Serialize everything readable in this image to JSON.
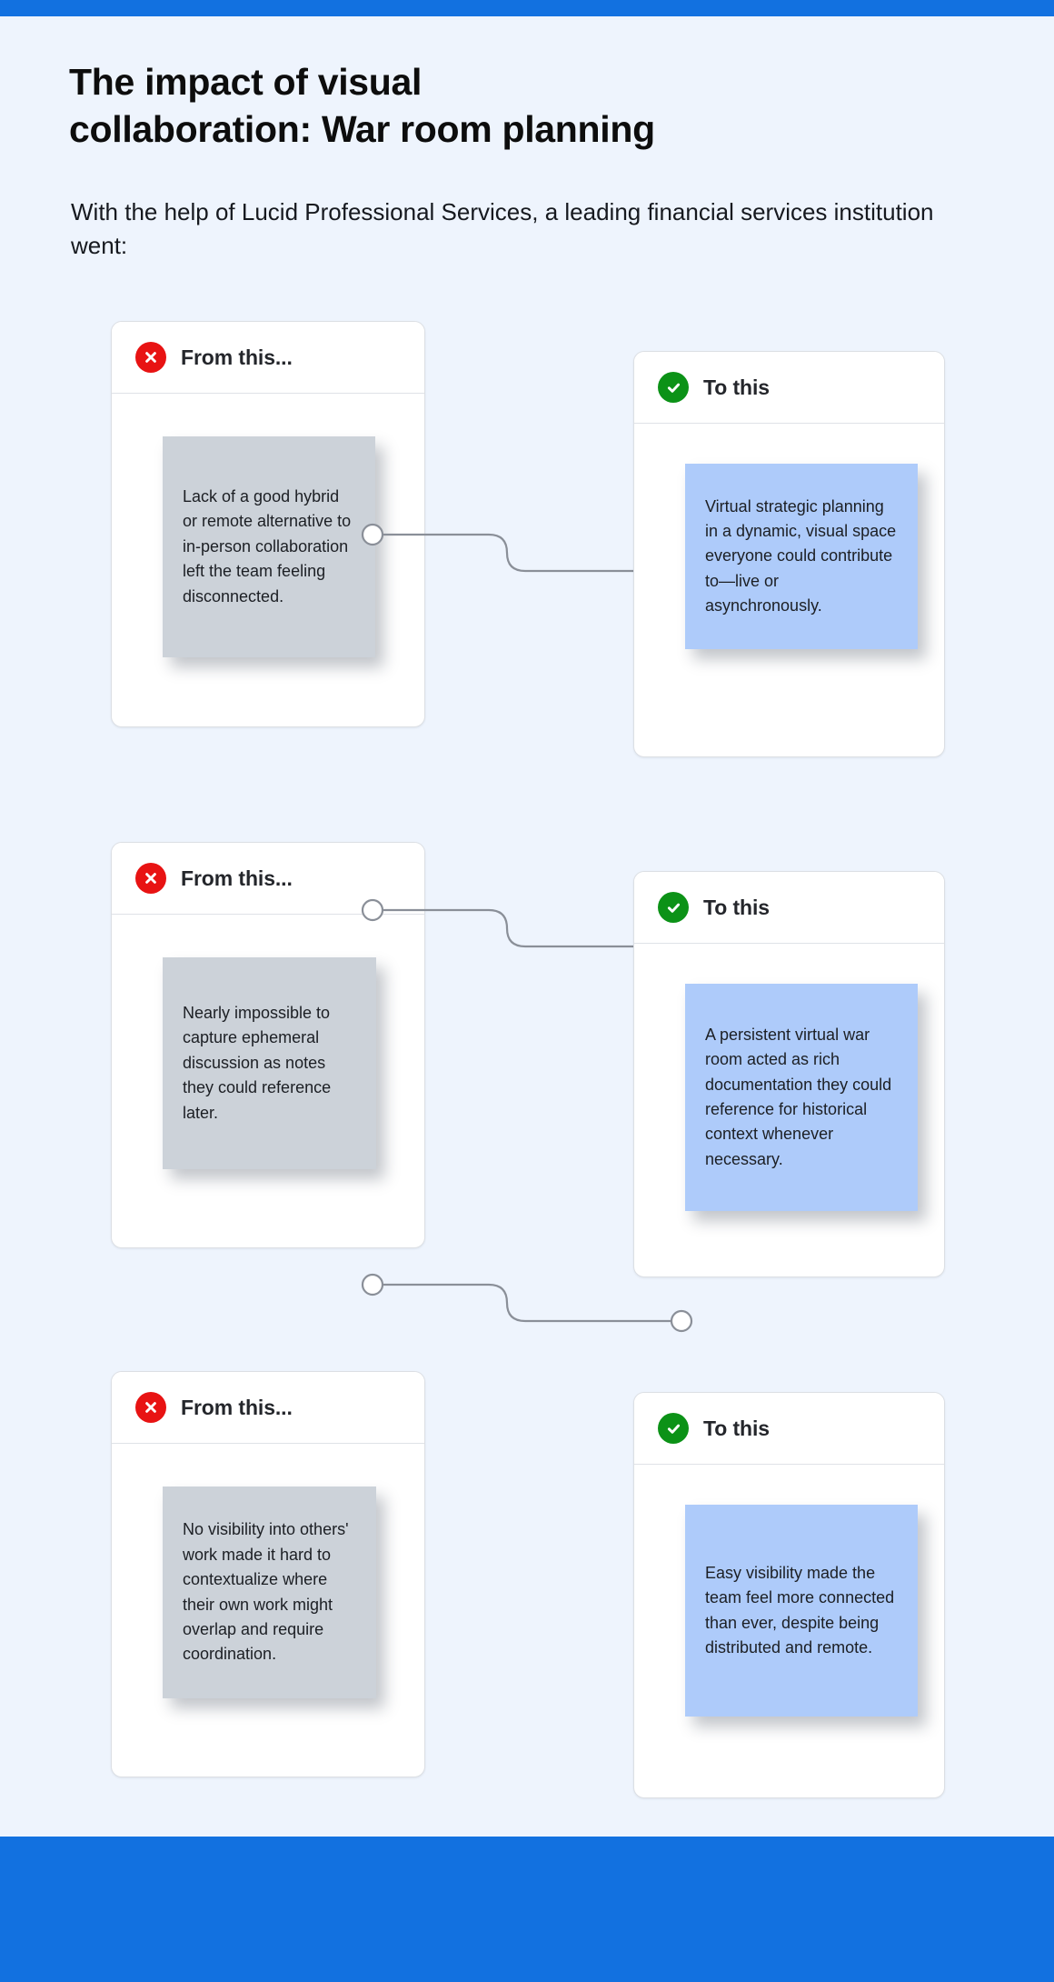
{
  "colors": {
    "brand_blue": "#1271e0",
    "page_background": "#eef4fd",
    "error_red": "#e81313",
    "success_green": "#0c9217",
    "note_gray": "#ccd2d9",
    "note_blue": "#aecbfa",
    "connector_gray": "#8a8f98"
  },
  "header": {
    "title_line_1": "The impact of visual",
    "title_line_2": "collaboration: War room planning",
    "subtitle": "With the help of Lucid Professional Services, a leading financial services institution went:"
  },
  "labels": {
    "from_this": "From this...",
    "to_this": "To this"
  },
  "rows": [
    {
      "from": {
        "header": "From this...",
        "icon": "error-circle-x-icon",
        "note": "Lack of a good hybrid or remote alternative to in-person collaboration left the team feeling disconnected."
      },
      "to": {
        "header": "To this",
        "icon": "success-circle-check-icon",
        "note": "Virtual strategic planning in a dynamic, visual space everyone could contribute to—live or asynchronously."
      }
    },
    {
      "from": {
        "header": "From this...",
        "icon": "error-circle-x-icon",
        "note": "Nearly impossible to capture ephemeral discussion as notes they could reference later."
      },
      "to": {
        "header": "To this",
        "icon": "success-circle-check-icon",
        "note": "A persistent virtual war room acted as rich documentation they could reference for historical context whenever necessary."
      }
    },
    {
      "from": {
        "header": "From this...",
        "icon": "error-circle-x-icon",
        "note": "No visibility into others' work made it hard to contextualize where their own work might overlap and require coordination."
      },
      "to": {
        "header": "To this",
        "icon": "success-circle-check-icon",
        "note": "Easy visibility made the team feel more connected than ever, despite being distributed and remote."
      }
    }
  ]
}
